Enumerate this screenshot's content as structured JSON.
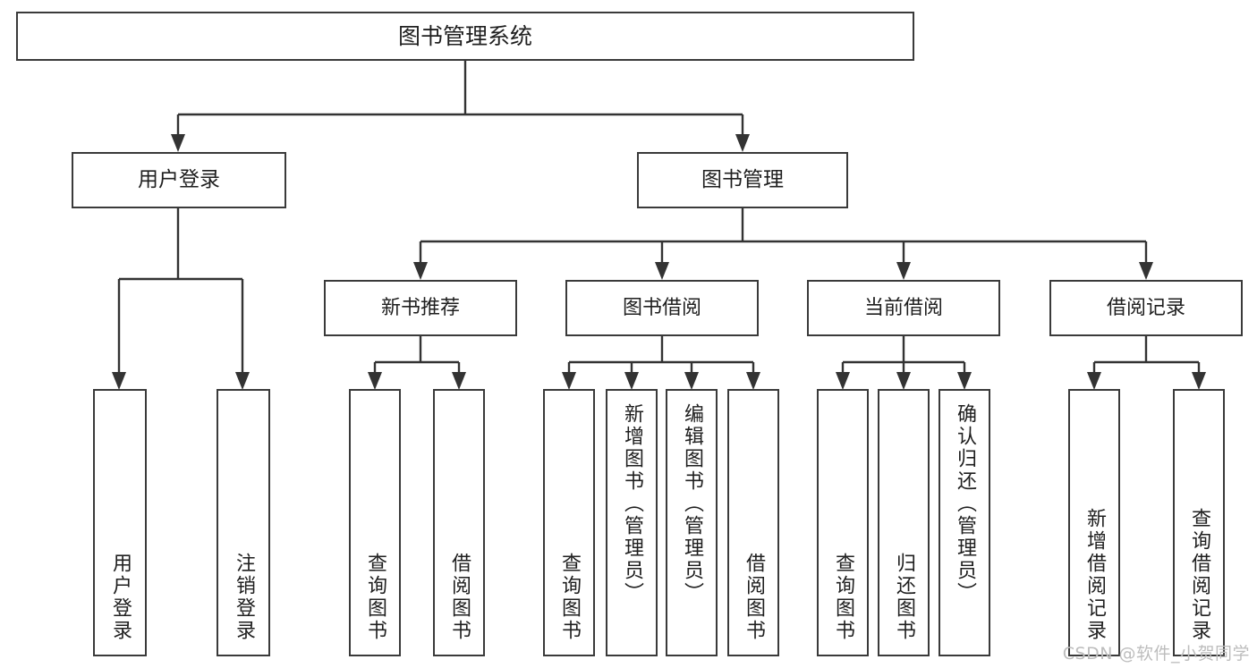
{
  "diagram": {
    "type": "tree",
    "title": "图书管理系统",
    "orientation": "top-down",
    "colors": {
      "box_border": "#3a3a3a",
      "box_fill": "#ffffff",
      "connector": "#333333",
      "text": "#1f1f1f",
      "watermark": "#bdbdbd"
    },
    "root": {
      "label": "图书管理系统"
    },
    "level2": [
      {
        "id": "user-login",
        "label": "用户登录"
      },
      {
        "id": "book-manage",
        "label": "图书管理"
      }
    ],
    "level3": [
      {
        "id": "new-book-recommend",
        "label": "新书推荐"
      },
      {
        "id": "book-borrow",
        "label": "图书借阅"
      },
      {
        "id": "current-borrow",
        "label": "当前借阅"
      },
      {
        "id": "borrow-record",
        "label": "借阅记录"
      }
    ],
    "leaves": {
      "user_login": [
        {
          "id": "leaf-user-login",
          "label": "用户登录"
        },
        {
          "id": "leaf-logout",
          "label": "注销登录"
        }
      ],
      "new_book_recommend": [
        {
          "id": "leaf-query-book-1",
          "label": "查询图书"
        },
        {
          "id": "leaf-borrow-book-1",
          "label": "借阅图书"
        }
      ],
      "book_borrow": [
        {
          "id": "leaf-query-book-2",
          "label": "查询图书"
        },
        {
          "id": "leaf-add-book",
          "label": "新增图书（管理员）"
        },
        {
          "id": "leaf-edit-book",
          "label": "编辑图书（管理员）"
        },
        {
          "id": "leaf-borrow-book-2",
          "label": "借阅图书"
        }
      ],
      "current_borrow": [
        {
          "id": "leaf-query-book-3",
          "label": "查询图书"
        },
        {
          "id": "leaf-return-book",
          "label": "归还图书"
        },
        {
          "id": "leaf-confirm-return",
          "label": "确认归还（管理员）"
        }
      ],
      "borrow_record": [
        {
          "id": "leaf-add-record",
          "label": "新增借阅记录"
        },
        {
          "id": "leaf-query-record",
          "label": "查询借阅记录"
        }
      ]
    }
  },
  "watermark": {
    "text": "CSDN @软件_小贺同学"
  }
}
